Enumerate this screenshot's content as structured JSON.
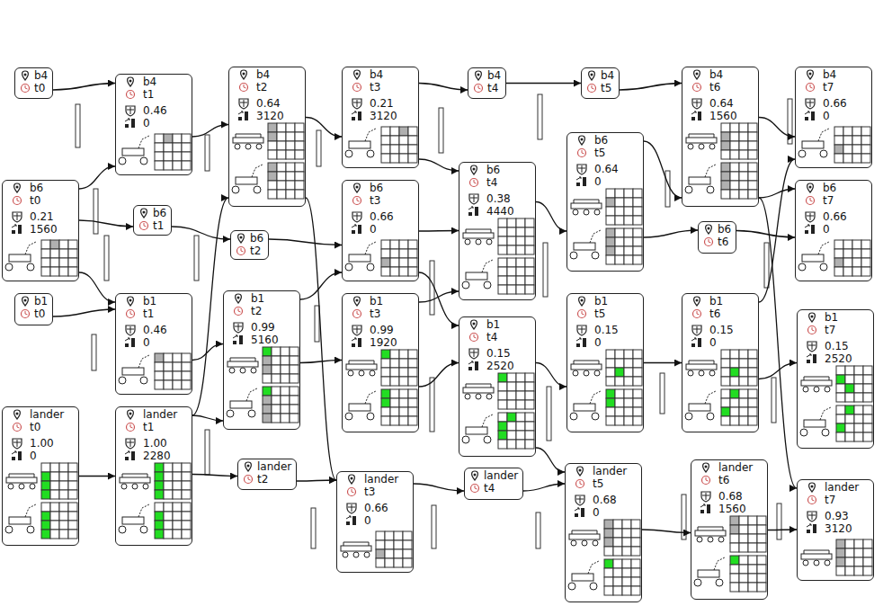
{
  "diagram": {
    "nodes": [
      {
        "text": [
          "b4",
          "t0"
        ]
      },
      {
        "text": [
          "b6",
          "t0",
          "0.21",
          "1560"
        ]
      },
      {
        "text": [
          "b1",
          "t0"
        ]
      },
      {
        "text": [
          "lander",
          "t0",
          "1.00",
          "0"
        ]
      },
      {
        "text": [
          "b4",
          "t1",
          "0.46",
          "0"
        ]
      },
      {
        "text": [
          "b6",
          "t1"
        ]
      },
      {
        "text": [
          "b1",
          "t1",
          "0.46",
          "0"
        ]
      },
      {
        "text": [
          "lander",
          "t1",
          "1.00",
          "2280"
        ]
      },
      {
        "text": [
          "b4",
          "t2",
          "0.64",
          "3120"
        ]
      },
      {
        "text": [
          "b6",
          "t2"
        ]
      },
      {
        "text": [
          "b1",
          "t2",
          "0.99",
          "5160"
        ]
      },
      {
        "text": [
          "lander",
          "t2"
        ]
      },
      {
        "text": [
          "b4",
          "t3",
          "0.21",
          "3120"
        ]
      },
      {
        "text": [
          "b6",
          "t3",
          "0.66",
          "0"
        ]
      },
      {
        "text": [
          "b1",
          "t3",
          "0.99",
          "1920"
        ]
      },
      {
        "text": [
          "lander",
          "t3",
          "0.66",
          "0"
        ]
      },
      {
        "text": [
          "b4",
          "t4"
        ]
      },
      {
        "text": [
          "b6",
          "t4",
          "0.38",
          "4440"
        ]
      },
      {
        "text": [
          "b1",
          "t4",
          "0.15",
          "2520"
        ]
      },
      {
        "text": [
          "lander",
          "t4"
        ]
      },
      {
        "text": [
          "b4",
          "t5"
        ]
      },
      {
        "text": [
          "b6",
          "t5",
          "0.64",
          "0"
        ]
      },
      {
        "text": [
          "b1",
          "t5",
          "0.15",
          "0"
        ]
      },
      {
        "text": [
          "lander",
          "t5",
          "0.68",
          "0"
        ]
      },
      {
        "text": [
          "b4",
          "t6",
          "0.64",
          "1560"
        ]
      },
      {
        "text": [
          "b6",
          "t6"
        ]
      },
      {
        "text": [
          "b1",
          "t6",
          "0.15",
          "0"
        ]
      },
      {
        "text": [
          "lander",
          "t6",
          "0.68",
          "1560"
        ]
      },
      {
        "text": [
          "b4",
          "t7",
          "0.66",
          "0"
        ]
      },
      {
        "text": [
          "b6",
          "t7",
          "0.66",
          "0"
        ]
      },
      {
        "text": [
          "b1",
          "t7",
          "0.15",
          "2520"
        ]
      },
      {
        "text": [
          "lander",
          "t7",
          "0.93",
          "3120"
        ]
      }
    ],
    "edges": [
      {
        "from": 0,
        "to": 4,
        "arrow": "to"
      },
      {
        "from": 1,
        "to": 4,
        "arrow": "to"
      },
      {
        "from": 1,
        "to": 5,
        "arrow": "to"
      },
      {
        "from": 1,
        "to": 6,
        "arrow": "to"
      },
      {
        "from": 2,
        "to": 6,
        "arrow": "to"
      },
      {
        "from": 3,
        "to": 7,
        "arrow": "to"
      },
      {
        "from": 4,
        "to": 8,
        "arrow": "to"
      },
      {
        "from": 5,
        "to": 9,
        "arrow": "to"
      },
      {
        "from": 6,
        "to": 10,
        "arrow": "to"
      },
      {
        "from": 7,
        "to": 8,
        "arrow": "to"
      },
      {
        "from": 7,
        "to": 10,
        "arrow": "to"
      },
      {
        "from": 7,
        "to": 11,
        "arrow": "to"
      },
      {
        "from": 8,
        "to": 12,
        "arrow": "to"
      },
      {
        "from": 8,
        "to": 15,
        "arrow": "to"
      },
      {
        "from": 9,
        "to": 13,
        "arrow": "to"
      },
      {
        "from": 10,
        "to": 13,
        "arrow": "to"
      },
      {
        "from": 10,
        "to": 14,
        "arrow": "to"
      },
      {
        "from": 11,
        "to": 15,
        "arrow": "to"
      },
      {
        "from": 12,
        "to": 16,
        "arrow": "to"
      },
      {
        "from": 12,
        "to": 17,
        "arrow": "to"
      },
      {
        "from": 13,
        "to": 17,
        "arrow": "to"
      },
      {
        "from": 13,
        "to": 18,
        "arrow": "to"
      },
      {
        "from": 14,
        "to": 17,
        "arrow": "to"
      },
      {
        "from": 14,
        "to": 18,
        "arrow": "to"
      },
      {
        "from": 15,
        "to": 19,
        "arrow": "to"
      },
      {
        "from": 16,
        "to": 20,
        "arrow": "to"
      },
      {
        "from": 17,
        "to": 21,
        "arrow": "to"
      },
      {
        "from": 18,
        "to": 22,
        "arrow": "to"
      },
      {
        "from": 18,
        "to": 23,
        "arrow": "to"
      },
      {
        "from": 19,
        "to": 23,
        "arrow": "to"
      },
      {
        "from": 20,
        "to": 24,
        "arrow": "to"
      },
      {
        "from": 21,
        "to": 24,
        "arrow": "to"
      },
      {
        "from": 21,
        "to": 25,
        "arrow": "to"
      },
      {
        "from": 22,
        "to": 26,
        "arrow": "to"
      },
      {
        "from": 23,
        "to": 27,
        "arrow": "to"
      },
      {
        "from": 24,
        "to": 28,
        "arrow": "to"
      },
      {
        "from": 24,
        "to": 29,
        "arrow": "to"
      },
      {
        "from": 24,
        "to": 31,
        "arrow": "to"
      },
      {
        "from": 25,
        "to": 29,
        "arrow": "to"
      },
      {
        "from": 26,
        "to": 30,
        "arrow": "to"
      },
      {
        "from": 26,
        "to": 28,
        "arrow": "to"
      },
      {
        "from": 27,
        "to": 31,
        "arrow": "to"
      }
    ]
  }
}
